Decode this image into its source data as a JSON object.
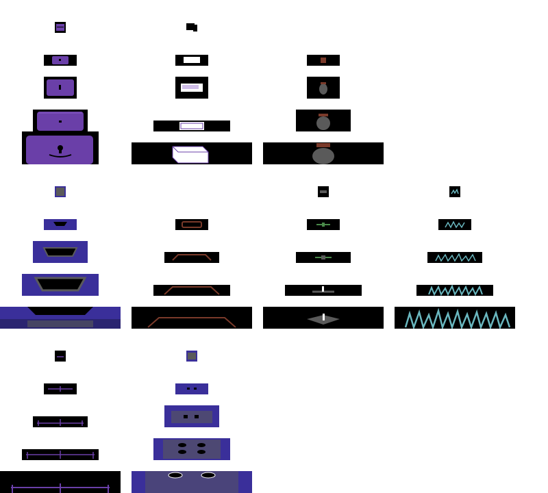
{
  "sheet": {
    "background": "#ffffff",
    "palette": {
      "black": "#000000",
      "purple": "#6a3fa8",
      "purple_light": "#8a5cc8",
      "blue": "#3a2f9a",
      "blue_dark": "#2a2470",
      "grey": "#5a5a5a",
      "brown": "#7a3a2a",
      "cyan": "#6ab8c0",
      "white": "#ffffff",
      "green": "#4a8a4a"
    },
    "groups": [
      {
        "name": "chest",
        "icon": "treasure-chest-icon",
        "frames": 5
      },
      {
        "name": "stone-block",
        "icon": "stone-block-icon",
        "frames": 5
      },
      {
        "name": "urn",
        "icon": "urn-icon",
        "frames": 4
      },
      {
        "name": "pit-blue",
        "icon": "pit-icon",
        "frames": 5
      },
      {
        "name": "pit-brown",
        "icon": "pit-outline-icon",
        "frames": 4
      },
      {
        "name": "floor-spark",
        "icon": "spark-icon",
        "frames": 5
      },
      {
        "name": "grass",
        "icon": "grass-icon",
        "frames": 5
      },
      {
        "name": "rail",
        "icon": "rail-icon",
        "frames": 5
      },
      {
        "name": "eyes",
        "icon": "eyes-icon",
        "frames": 5
      }
    ]
  }
}
